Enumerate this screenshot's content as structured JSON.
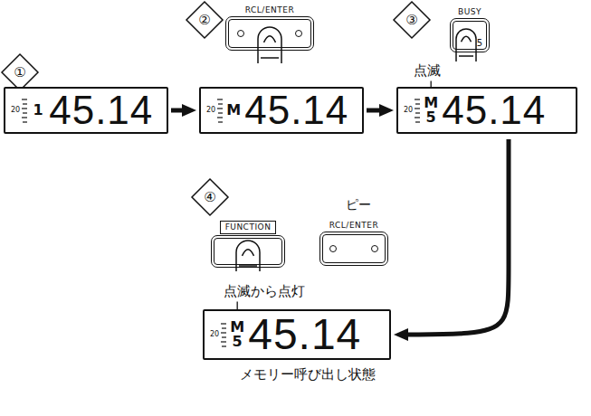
{
  "diagram": {
    "nodes": [
      {
        "text": [
          "RCL/ENTER"
        ]
      },
      {
        "text": [
          "BUSY",
          "5"
        ]
      },
      {
        "text": [
          "20",
          "1",
          "45.14"
        ]
      },
      {
        "text": [
          "20",
          "M",
          "45.14"
        ]
      },
      {
        "text": [
          "20",
          "M",
          "5",
          "45.14"
        ]
      },
      {
        "text": [
          "FUNCTION"
        ]
      },
      {
        "text": [
          "RCL/ENTER"
        ]
      },
      {
        "text": [
          "20",
          "M",
          "5",
          "45.14"
        ]
      }
    ],
    "edges": [
      {
        "from": 2,
        "to": 3,
        "arrow": "to"
      },
      {
        "from": 3,
        "to": 4,
        "arrow": "to"
      },
      {
        "from": 4,
        "to": 7,
        "arrow": "to"
      }
    ],
    "labels": [
      "①",
      "②",
      "③",
      "④",
      "点滅",
      "ピー",
      "点滅から点灯",
      "メモリー呼び出し状態"
    ]
  }
}
